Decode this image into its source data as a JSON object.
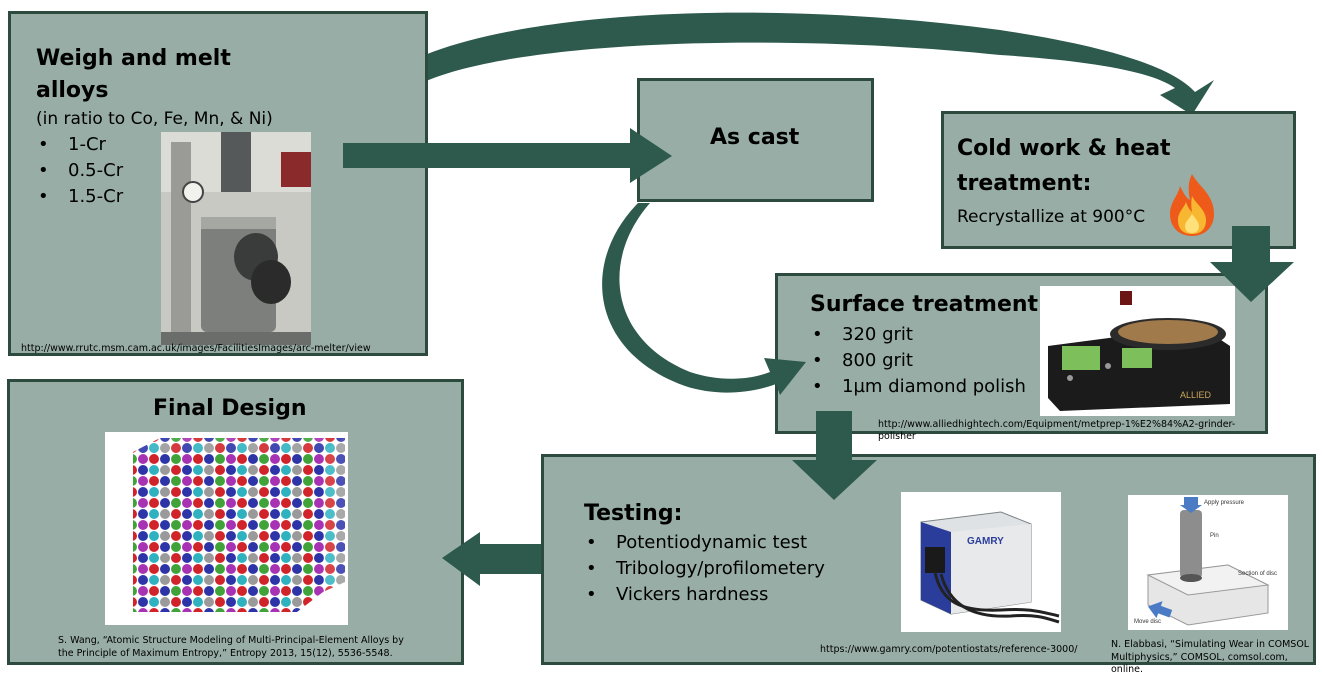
{
  "boxes": {
    "weigh": {
      "title_line1": "Weigh and melt",
      "title_line2": "alloys",
      "subtitle": "(in ratio to Co, Fe, Mn, & Ni)",
      "items": [
        "1-Cr",
        "0.5-Cr",
        "1.5-Cr"
      ],
      "citation": "http://www.rrutc.msm.cam.ac.uk/images/FacilitiesImages/arc-melter/view"
    },
    "ascast": {
      "title": "As cast"
    },
    "cold": {
      "title_line1": "Cold work & heat",
      "title_line2": "treatment:",
      "text": "Recrystallize at 900°C",
      "icon": "fire-icon"
    },
    "surface": {
      "title": "Surface treatment",
      "items": [
        "320 grit",
        "800 grit",
        "1µm diamond polish"
      ],
      "citation": "http://www.alliedhightech.com/Equipment/metprep-1%E2%84%A2-grinder-polisher",
      "device_brand": "ALLIED"
    },
    "final": {
      "title": "Final Design",
      "citation_line1": "S. Wang, “Atomic Structure Modeling of Multi-Principal-Element Alloys by",
      "citation_line2": "the Principle of Maximum Entropy,” Entropy 2013, 15(12), 5536-5548."
    },
    "testing": {
      "title": "Testing:",
      "items": [
        "Potentiodynamic test",
        "Tribology/profilometery",
        "Vickers hardness"
      ],
      "gamry_citation": "https://www.gamry.com/potentiostats/reference-3000/",
      "gamry_brand": "GAMRY",
      "comsol_citation_line1": "N. Elabbasi, “Simulating Wear in COMSOL",
      "comsol_citation_line2": "Multiphysics,” COMSOL, comsol.com, online.",
      "pin_labels": {
        "apply_pressure": "Apply pressure",
        "pin": "Pin",
        "section": "Section of disc",
        "move": "Move disc"
      }
    }
  },
  "colors": {
    "box_fill": "#97ada5",
    "border": "#2c4a3e",
    "arrow": "#2d5a4c"
  }
}
